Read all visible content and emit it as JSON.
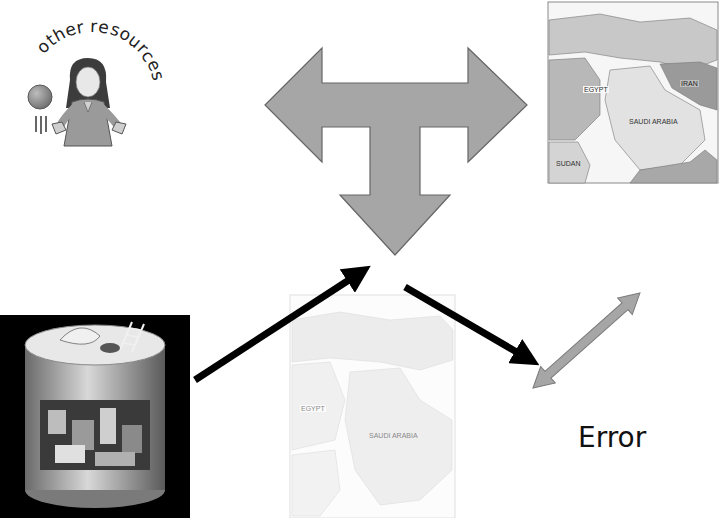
{
  "diagram": {
    "labels": [
      "other resources",
      "Error",
      "EGYPT",
      "SAUDI ARABIA",
      "IRAN",
      "SUDAN",
      "EGYPT",
      "SAUDI ARABIA"
    ]
  }
}
